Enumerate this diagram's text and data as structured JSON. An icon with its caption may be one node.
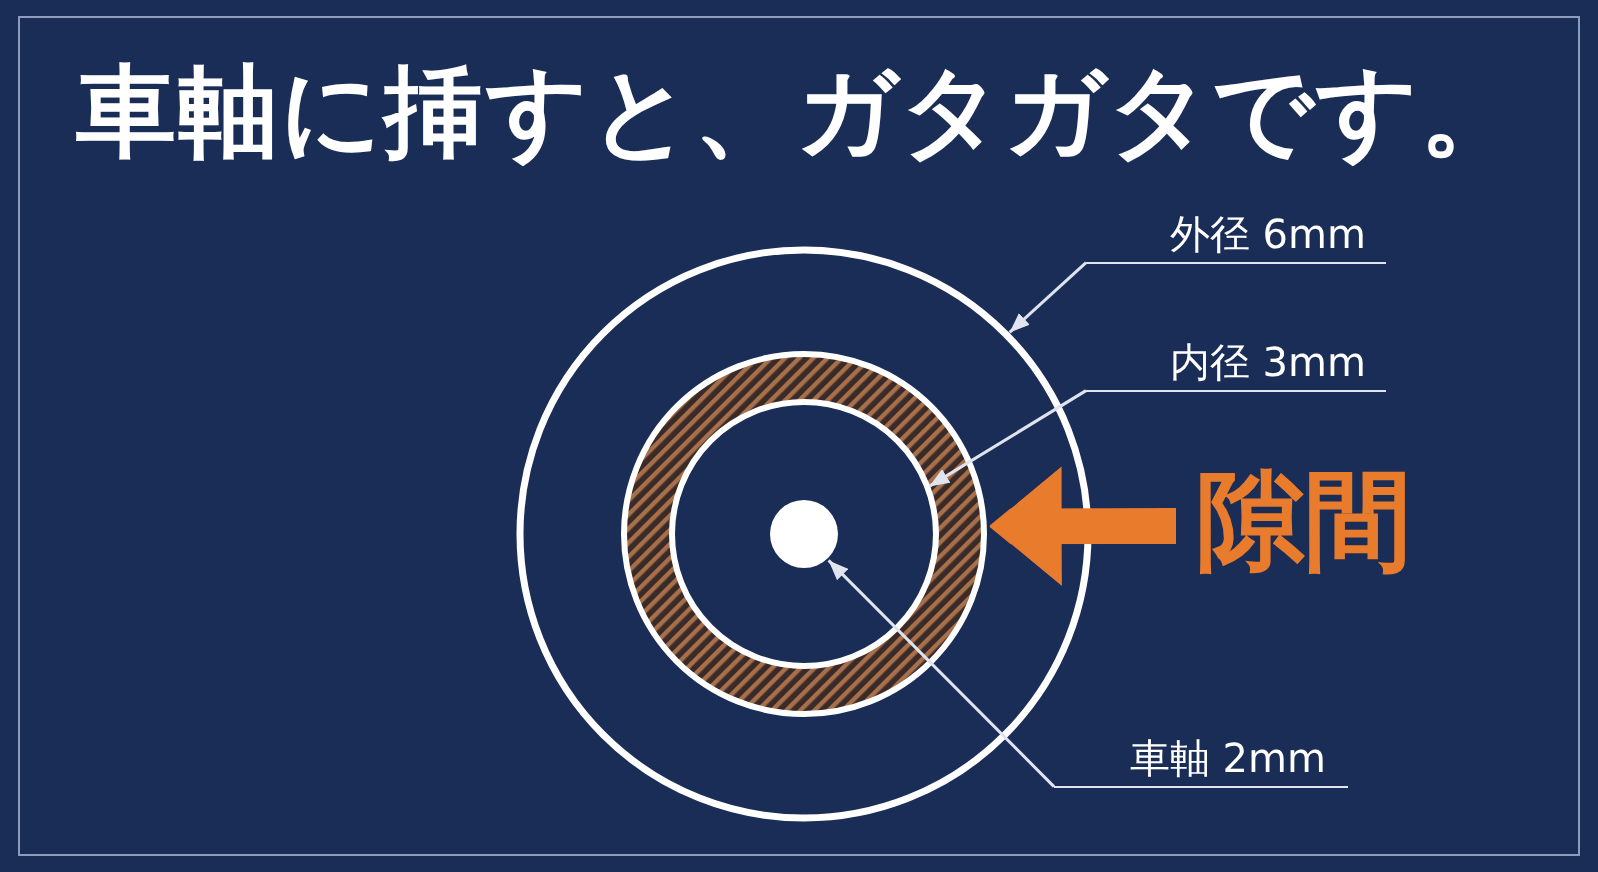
{
  "diagram": {
    "title": "車軸に挿すと、ガタガタです。",
    "nodes": [
      {
        "text": [
          "外径 6mm"
        ]
      },
      {
        "text": [],
        "shape": "circle"
      },
      {
        "text": [
          "内径 3mm"
        ]
      },
      {
        "text": [],
        "shape": "circle",
        "in": 1
      },
      {
        "text": [
          "車軸 2mm"
        ]
      },
      {
        "text": [],
        "shape": "circle",
        "in": 3
      },
      {
        "text": [
          "隙間"
        ]
      }
    ],
    "edges": [
      {
        "from": 0,
        "to": 1,
        "arrow": "to"
      },
      {
        "from": 2,
        "to": 3,
        "arrow": "to"
      },
      {
        "from": 4,
        "to": 5,
        "arrow": "to"
      },
      {
        "from": 6,
        "to": 3,
        "arrow": "to",
        "style": "thick",
        "color": "#e87b2c"
      }
    ]
  }
}
